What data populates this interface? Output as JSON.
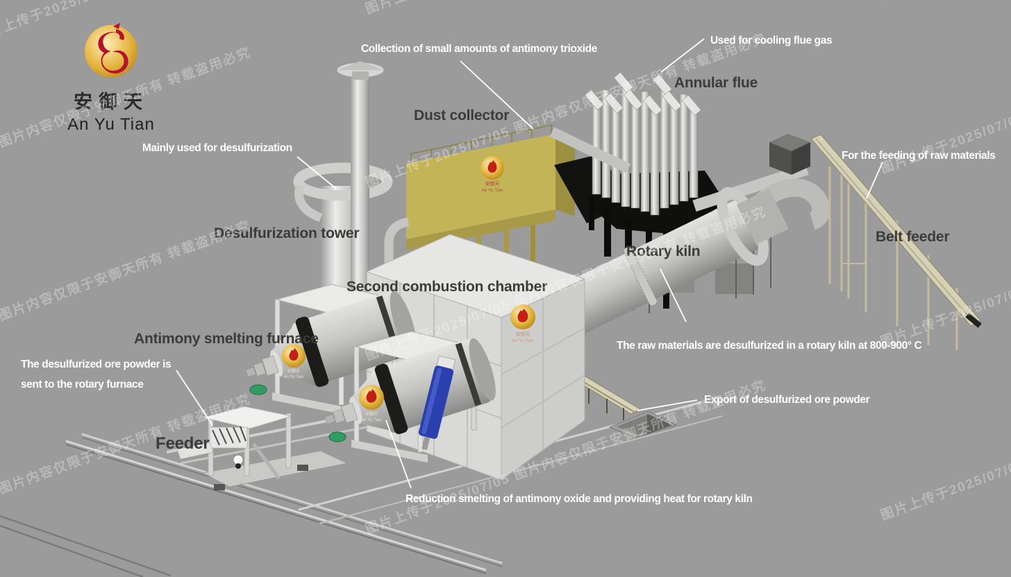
{
  "page": {
    "background": "#9b9b9b"
  },
  "logo": {
    "zh": "安御天",
    "en": "An Yu Tian"
  },
  "equipment_logo": {
    "zh": "安御天",
    "en": "An Yu Tian"
  },
  "watermark": {
    "text": "图片上传于2025/07/05 图片内容仅限于安御天所有 转载盗用必究"
  },
  "labels": {
    "dust_collector": "Dust collector",
    "annular_flue": "Annular flue",
    "desulfurization_tower": "Desulfurization tower",
    "rotary_kiln": "Rotary kiln",
    "belt_feeder": "Belt feeder",
    "second_combustion_chamber": "Second combustion chamber",
    "antimony_smelting_furnace": "Antimony smelting furnace",
    "feeder": "Feeder"
  },
  "annotations": {
    "antimony_trioxide_collection": "Collection of small amounts of antimony trioxide",
    "cooling_flue_gas": "Used for cooling flue gas",
    "desulfurization_purpose": "Mainly used for desulfurization",
    "raw_material_feeding": "For the feeding of raw materials",
    "kiln_desulfurization": "The raw materials are desulfurized in a rotary kiln at 800-900° C",
    "ore_powder_line1": "The desulfurized ore powder is",
    "ore_powder_line2": "sent to the rotary furnace",
    "ore_powder_export": "Export of desulfurized ore powder",
    "reduction_smelting": "Reduction smelting of antimony oxide and providing heat for rotary kiln"
  },
  "colors": {
    "background": "#9b9b9b",
    "dust_collector_yellow": "#c4b458",
    "logo_gold": "#d8a31f",
    "dragon_red": "#b5122e",
    "hydraulic_blue": "#2b3fae",
    "annotation_white": "#ffffff",
    "label_dark": "#3b3b3b"
  }
}
